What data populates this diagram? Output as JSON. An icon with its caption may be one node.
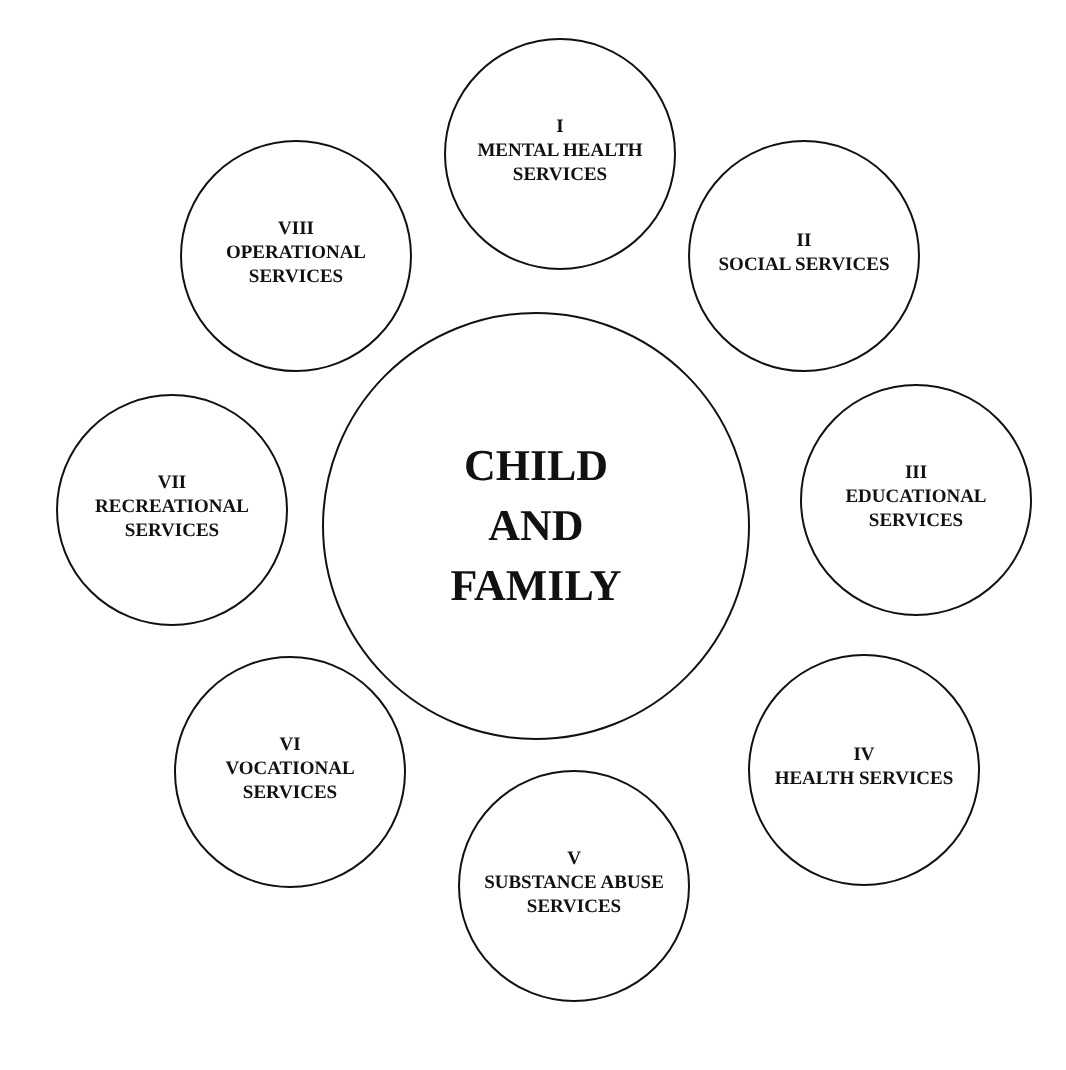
{
  "diagram": {
    "nodes": [
      {
        "text": [
          "CHILD AND FAMILY"
        ]
      },
      {
        "text": [
          "I",
          "MENTAL HEALTH SERVICES"
        ]
      },
      {
        "text": [
          "II",
          "SOCIAL SERVICES"
        ]
      },
      {
        "text": [
          "III",
          "EDUCATIONAL SERVICES"
        ]
      },
      {
        "text": [
          "IV",
          "HEALTH SERVICES"
        ]
      },
      {
        "text": [
          "V",
          "SUBSTANCE ABUSE SERVICES"
        ]
      },
      {
        "text": [
          "VI",
          "VOCATIONAL SERVICES"
        ]
      },
      {
        "text": [
          "VII",
          "RECREATIONAL SERVICES"
        ]
      },
      {
        "text": [
          "VIII",
          "OPERATIONAL SERVICES"
        ]
      }
    ]
  }
}
